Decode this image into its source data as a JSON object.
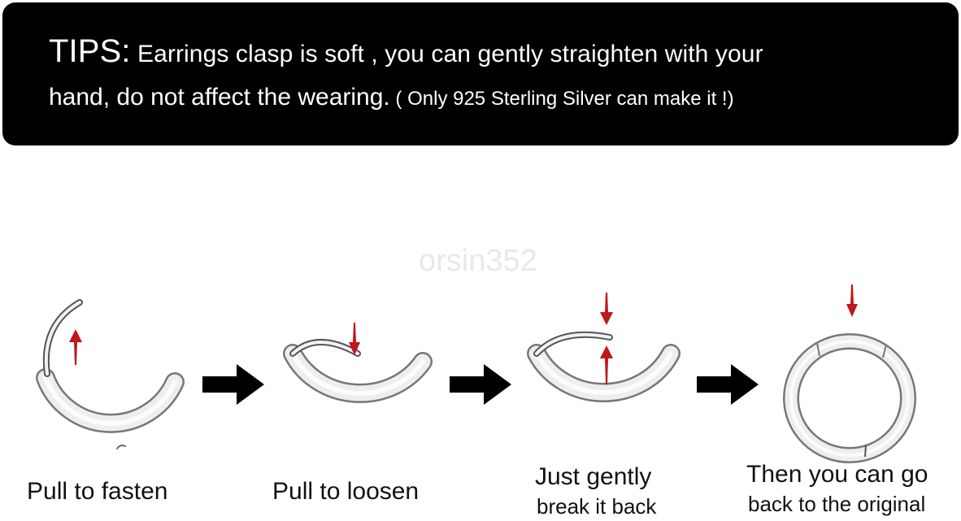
{
  "tips": {
    "label": "TIPS:",
    "line1": " Earrings clasp is soft , you can gently straighten with your",
    "line2": "hand, do not affect the wearing.",
    "note": " ( Only 925 Sterling Silver can make it !)"
  },
  "watermark": "orsin352",
  "colors": {
    "banner_bg": "#000000",
    "banner_text": "#ffffff",
    "indicator_arrow": "#c0161c",
    "flow_arrow": "#000000",
    "ring_silver": "#d9dadd"
  },
  "steps": [
    {
      "caption": "Pull to fasten",
      "indicator": "up-arrow",
      "ring_state": "open-wide"
    },
    {
      "caption": "Pull to loosen",
      "indicator": "down-arrow",
      "ring_state": "half-open"
    },
    {
      "caption_line1": "Just gently",
      "caption_line2": "break it back",
      "indicator": "squeeze-arrows",
      "ring_state": "half-open"
    },
    {
      "caption_line1": "Then you can go",
      "caption_line2": "back to the original",
      "indicator": "down-arrow",
      "ring_state": "closed"
    }
  ]
}
